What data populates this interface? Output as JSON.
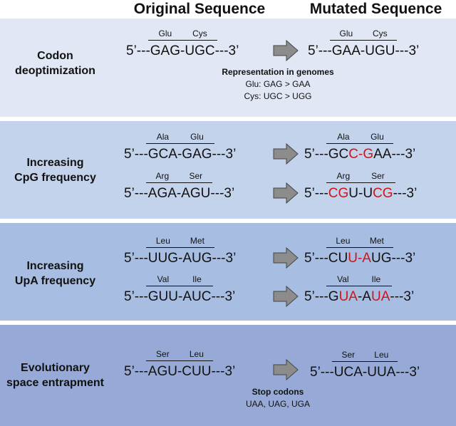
{
  "headers": {
    "original": "Original Sequence",
    "mutated": "Mutated Sequence"
  },
  "panels": [
    {
      "label_line1": "Codon",
      "label_line2": "deoptimization",
      "rows": [
        {
          "original": {
            "prefix": "5’---",
            "c1": "GAG",
            "sep": "-",
            "c2": "UGC",
            "suffix": "---3’",
            "aa1": "Glu",
            "aa2": "Cys"
          },
          "mutated": {
            "prefix": "5’---",
            "c1": "GAA",
            "sep": "-",
            "c2": "UGU",
            "suffix": "---3’",
            "aa1": "Glu",
            "aa2": "Cys"
          }
        }
      ],
      "note": {
        "title": "Representation in genomes",
        "line1": "Glu: GAG > GAA",
        "line2": "Cys: UGC > UGG"
      }
    },
    {
      "label_line1": "Increasing",
      "label_line2": "CpG frequency",
      "rows": [
        {
          "original": {
            "prefix": "5’---",
            "c1": "GCA",
            "sep": "-",
            "c2": "GAG",
            "suffix": "---3’",
            "aa1": "Ala",
            "aa2": "Glu"
          },
          "mutated": {
            "prefix": "5’---",
            "c1a": "GC",
            "c1b": "C",
            "sep": "-",
            "c2a": "G",
            "c2b": "AA",
            "suffix": "---3’",
            "aa1": "Ala",
            "aa2": "Glu"
          }
        },
        {
          "original": {
            "prefix": "5’---",
            "c1": "AGA",
            "sep": "-",
            "c2": "AGU",
            "suffix": "---3’",
            "aa1": "Arg",
            "aa2": "Ser"
          },
          "mutated": {
            "prefix": "5’---",
            "c1a": "CG",
            "c1b": "U",
            "sep": "-",
            "c2a": "U",
            "c2b": "CG",
            "suffix": "---3’",
            "aa1": "Arg",
            "aa2": "Ser"
          }
        }
      ]
    },
    {
      "label_line1": "Increasing",
      "label_line2": "UpA frequency",
      "rows": [
        {
          "original": {
            "prefix": "5’---",
            "c1": "UUG",
            "sep": "-",
            "c2": "AUG",
            "suffix": "---3’",
            "aa1": "Leu",
            "aa2": "Met"
          },
          "mutated": {
            "prefix": "5’---",
            "c1a": "CU",
            "c1b": "U",
            "sep": "-",
            "c2a": "A",
            "c2b": "UG",
            "suffix": "---3’",
            "aa1": "Leu",
            "aa2": "Met"
          }
        },
        {
          "original": {
            "prefix": "5’---",
            "c1": "GUU",
            "sep": "-",
            "c2": "AUC",
            "suffix": "---3’",
            "aa1": "Val",
            "aa2": "Ile"
          },
          "mutated": {
            "prefix": "5’---",
            "c1a": "G",
            "c1b": "UA",
            "sep": "-",
            "c2a": "A",
            "c2b": "UA",
            "suffix": "---3’",
            "aa1": "Val",
            "aa2": "Ile"
          }
        }
      ]
    },
    {
      "label_line1": "Evolutionary",
      "label_line2": "space entrapment",
      "rows": [
        {
          "original": {
            "prefix": "5’---",
            "c1": "AGU",
            "sep": "-",
            "c2": "CUU",
            "suffix": "---3’",
            "aa1": "Ser",
            "aa2": "Leu"
          },
          "mutated": {
            "prefix": "5’---",
            "c1": "UCA",
            "sep": "-",
            "c2": "UUA",
            "suffix": "---3’",
            "aa1": "Ser",
            "aa2": "Leu"
          }
        }
      ],
      "note": {
        "title": "Stop codons",
        "line1": "UAA, UAG, UGA"
      }
    }
  ],
  "colors": {
    "panel1": "#e1e7f4",
    "panel2": "#c4d3ec",
    "panel3": "#a8bde2",
    "panel4": "#97aad7",
    "highlight": "#d11414",
    "arrow": "#8c8c8c"
  },
  "icons": {
    "arrow": "right-arrow-icon"
  }
}
